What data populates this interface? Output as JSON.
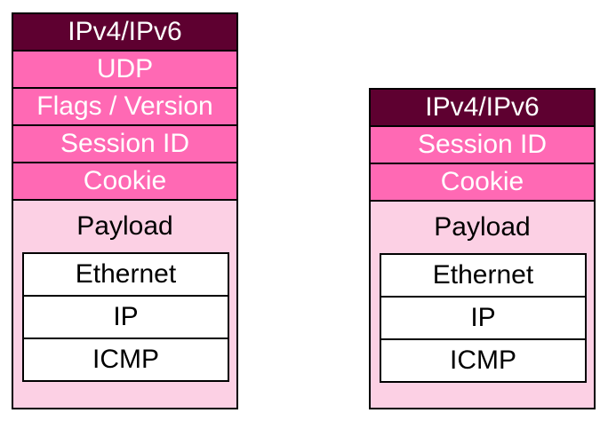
{
  "colors": {
    "dark_header": "#5e0030",
    "pink_header": "#ff69b4",
    "payload_bg": "#fcd0e4",
    "inner_bg": "#ffffff"
  },
  "left_stack": {
    "headers": [
      "IPv4/IPv6",
      "UDP",
      "Flags / Version",
      "Session ID",
      "Cookie"
    ],
    "payload_label": "Payload",
    "inner_layers": [
      "Ethernet",
      "IP",
      "ICMP"
    ]
  },
  "right_stack": {
    "headers": [
      "IPv4/IPv6",
      "Session ID",
      "Cookie"
    ],
    "payload_label": "Payload",
    "inner_layers": [
      "Ethernet",
      "IP",
      "ICMP"
    ]
  }
}
